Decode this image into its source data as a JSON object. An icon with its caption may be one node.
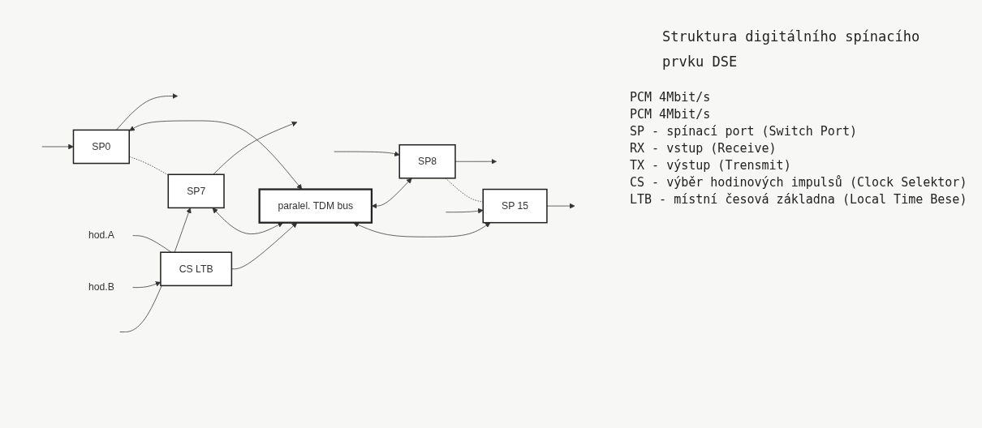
{
  "diagram": {
    "title": "Struktura digitálního spínacího prvku DSE",
    "nodes": [
      {
        "text": [
          "SP0"
        ]
      },
      {
        "text": [
          "SP8"
        ]
      },
      {
        "text": [
          "SP7"
        ]
      },
      {
        "text": [
          "SP 15"
        ]
      },
      {
        "text": [
          "paralel. TDM bus"
        ]
      },
      {
        "text": [
          "CS LTB"
        ]
      },
      {
        "text": [
          "hod.A"
        ]
      },
      {
        "text": [
          "hod.B"
        ]
      }
    ],
    "edges": [
      {
        "from": null,
        "to": 0,
        "arrow": "to"
      },
      {
        "from": 0,
        "to": null,
        "arrow": "to"
      },
      {
        "from": 0,
        "to": 4,
        "arrow": "both"
      },
      {
        "from": 4,
        "to": 1,
        "arrow": "both"
      },
      {
        "from": null,
        "to": 1,
        "arrow": "to"
      },
      {
        "from": 1,
        "to": null,
        "arrow": "to"
      },
      {
        "from": 0,
        "to": 2,
        "arrow": "none",
        "style": "dashed"
      },
      {
        "from": 1,
        "to": 3,
        "arrow": "none",
        "style": "dashed"
      },
      {
        "from": null,
        "to": 2,
        "arrow": "to"
      },
      {
        "from": 2,
        "to": null,
        "arrow": "to"
      },
      {
        "from": 2,
        "to": 4,
        "arrow": "both"
      },
      {
        "from": 4,
        "to": 3,
        "arrow": "both"
      },
      {
        "from": null,
        "to": 3,
        "arrow": "to"
      },
      {
        "from": 3,
        "to": null,
        "arrow": "to"
      },
      {
        "from": 5,
        "to": 4,
        "arrow": "to"
      },
      {
        "from": 6,
        "to": 5,
        "arrow": "none"
      },
      {
        "from": 7,
        "to": 5,
        "arrow": "to"
      }
    ],
    "labels": [
      "PCM 4Mbit/s",
      "PCM 4Mbit/s",
      "SP - spínací port (Switch Port)",
      "RX - vstup (Receive)",
      "TX - výstup (Trensmit)",
      "CS - výběr hodinových impulsů (Clock Selektor)",
      "LTB - místní česová základna (Local Time Bese)"
    ]
  }
}
